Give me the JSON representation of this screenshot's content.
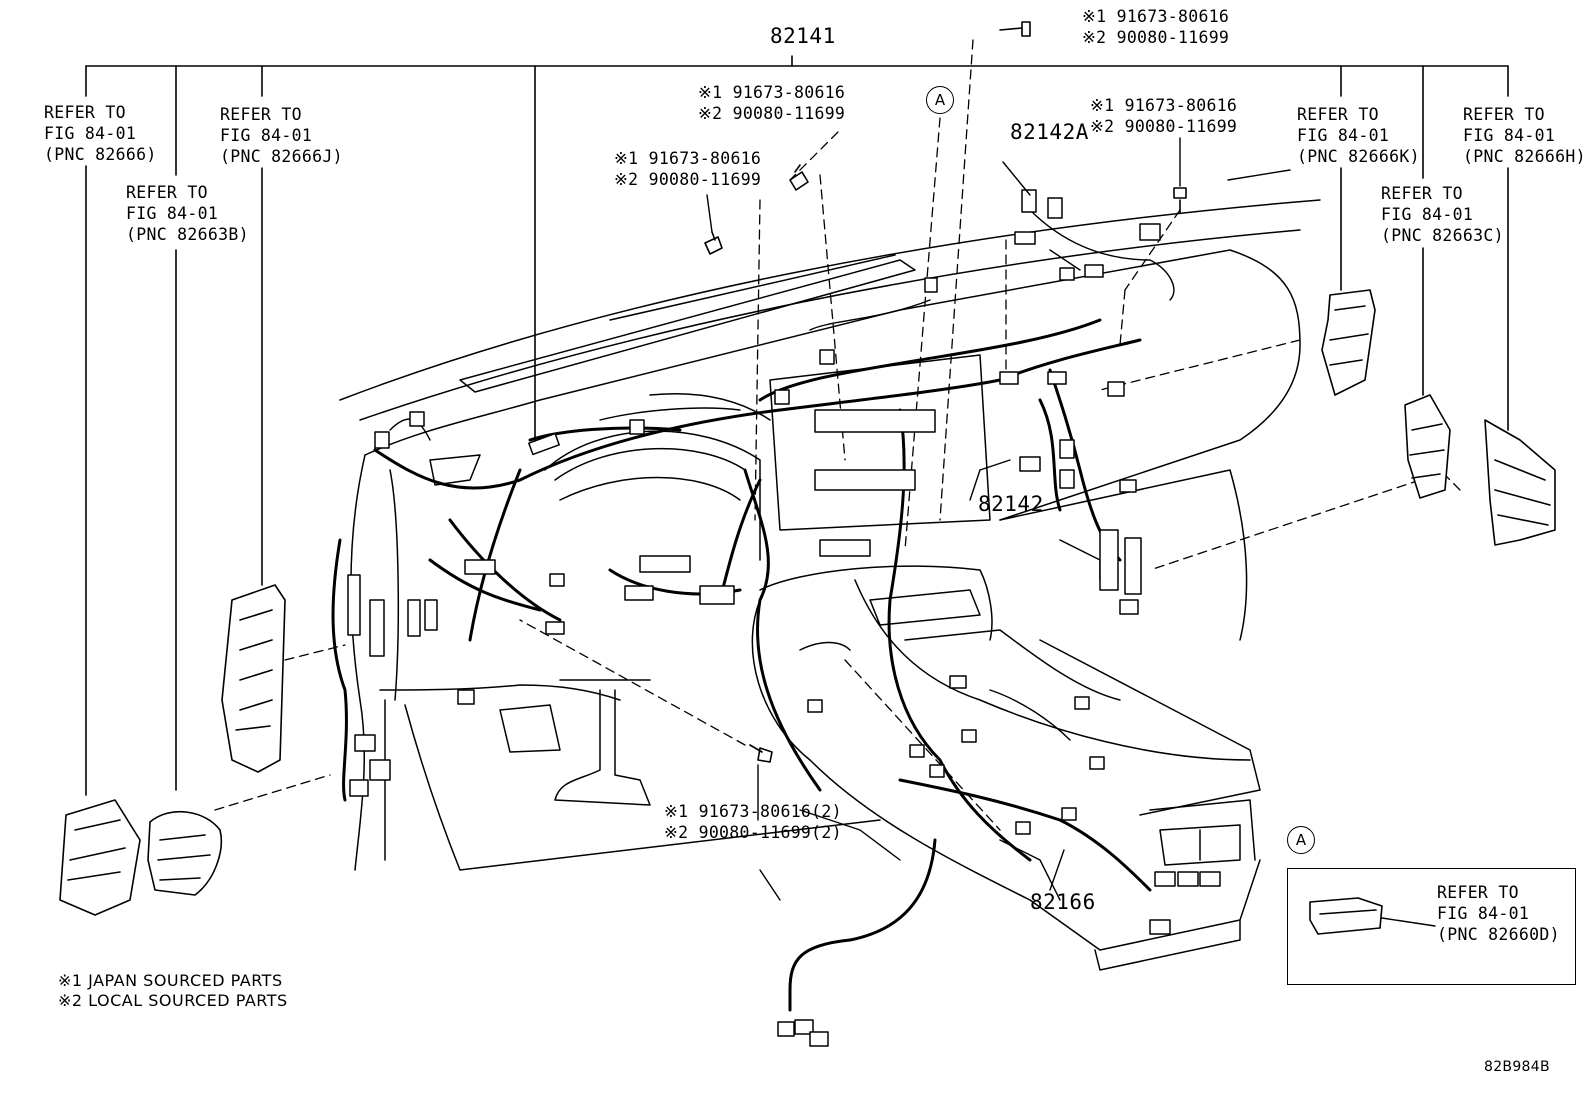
{
  "main_part": "82141",
  "circle_ref": "A",
  "ref_labels": {
    "pnc_82666": "REFER TO\nFIG 84-01\n(PNC 82666)",
    "pnc_82663b": "REFER TO\nFIG 84-01\n(PNC 82663B)",
    "pnc_82666j": "REFER TO\nFIG 84-01\n(PNC 82666J)",
    "pnc_82666k": "REFER TO\nFIG 84-01\n(PNC 82666K)",
    "pnc_82663c": "REFER TO\nFIG 84-01\n(PNC 82663C)",
    "pnc_82666h": "REFER TO\nFIG 84-01\n(PNC 82666H)",
    "pnc_82660d": "REFER TO\nFIG 84-01\n(PNC 82660D)"
  },
  "bolt_callouts": {
    "top": "※1 91673-80616\n※2 90080-11699",
    "upper_center": "※1 91673-80616\n※2 90080-11699",
    "left_center": "※1 91673-80616\n※2 90080-11699",
    "right_center": "※1 91673-80616\n※2 90080-11699",
    "lower": "※1 91673-80616(2)\n※2 90080-11699(2)"
  },
  "part_numbers": {
    "p82142a": "82142A",
    "p82142": "82142",
    "p82166": "82166"
  },
  "footnotes": {
    "note1": "※1 JAPAN SOURCED PARTS",
    "note2": "※2 LOCAL SOURCED PARTS"
  },
  "figure_code": "82B984B"
}
